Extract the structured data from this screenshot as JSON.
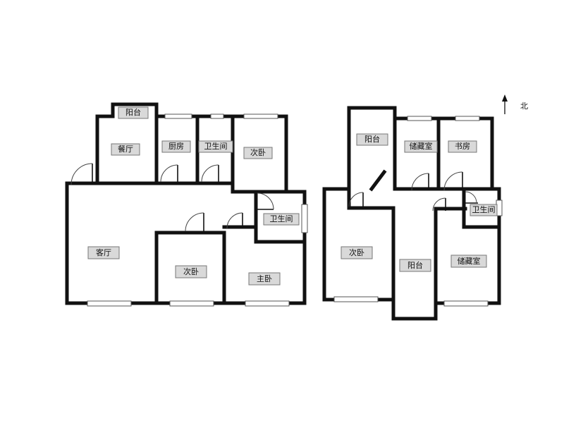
{
  "compass": {
    "label": "北"
  },
  "rooms": {
    "balcony_a": "阳台",
    "dining": "餐厅",
    "kitchen": "厨房",
    "bath_a": "卫生间",
    "bedroom_a": "次卧",
    "bath_b": "卫生间",
    "living": "客厅",
    "bedroom_b": "次卧",
    "master": "主卧",
    "balcony_b": "阳台",
    "storage_a": "储藏室",
    "study": "书房",
    "bath_c": "卫生间",
    "bedroom_c": "次卧",
    "balcony_c": "阳台",
    "storage_b": "储藏室"
  }
}
